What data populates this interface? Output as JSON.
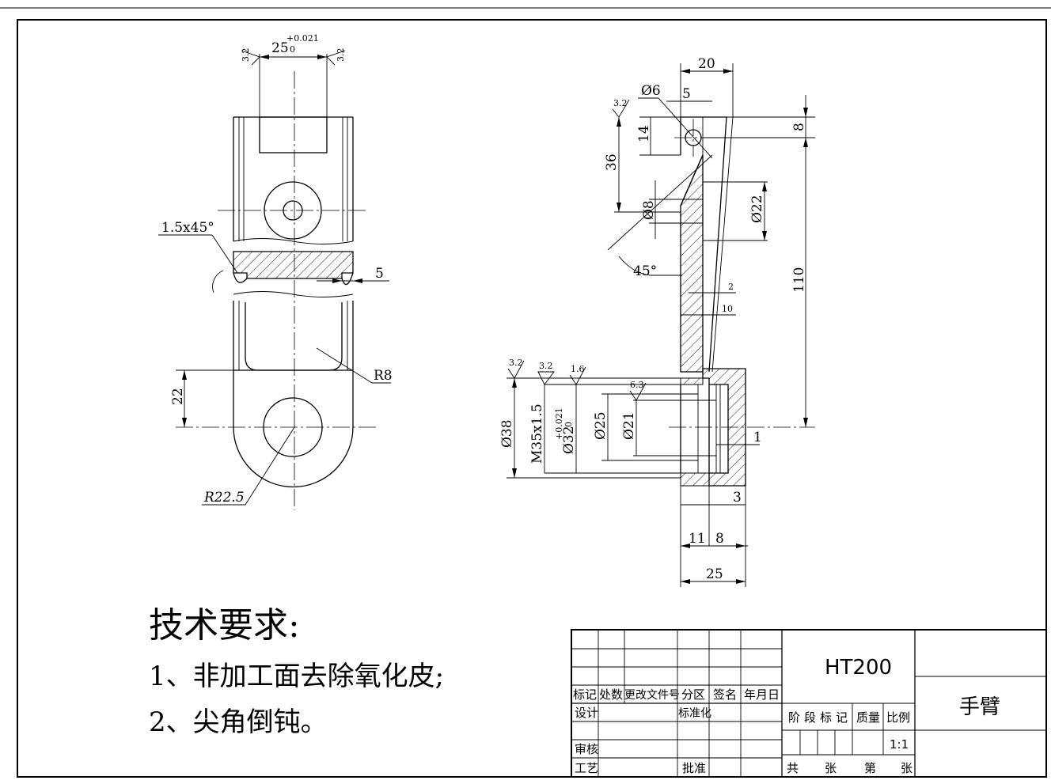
{
  "tech_requirements": {
    "title": "技术要求:",
    "items": [
      "1、非加工面去除氧化皮;",
      "2、尖角倒钝。"
    ]
  },
  "title_block": {
    "material": "HT200",
    "part_name": "手臂",
    "scale_value": "1:1",
    "headers": [
      "标记",
      "处数",
      "更改文件号",
      "分区",
      "签名",
      "年月日"
    ],
    "roles": {
      "design": "设计",
      "standardize": "标准化",
      "review": "审核",
      "process": "工艺",
      "approve": "批准"
    },
    "stage_labels": [
      "阶",
      "段",
      "标",
      "记"
    ],
    "mass_label": "质量",
    "scale_label": "比例",
    "sheet_labels": [
      "共",
      "张",
      "第",
      "张"
    ]
  },
  "left_view": {
    "slot_dim": "25",
    "slot_tol_upper": "+0.021",
    "slot_tol_lower": "0",
    "roughness_slot": "3.2",
    "chamfer": "1.5x45°",
    "groove_depth": "5",
    "fillet": "R8",
    "height_22": "22",
    "radius": "R22.5"
  },
  "right_view": {
    "d20": "20",
    "d5": "5",
    "hole": "Ø6",
    "d8": "8",
    "d14": "14",
    "d36": "36",
    "dia8": "Ø8",
    "dia22": "Ø22",
    "angle": "45°",
    "d2": "2",
    "d10": "10",
    "d110": "110",
    "d1": "1",
    "d3": "3",
    "d11": "11",
    "d8b": "8",
    "d25": "25",
    "dia38": "Ø38",
    "thread": "M35x1.5",
    "dia32": "Ø32",
    "dia32_tol_upper": "+0.021",
    "dia32_tol_lower": "0",
    "dia25": "Ø25",
    "dia21": "Ø21",
    "ra_32": "3.2",
    "ra_16": "1.6",
    "ra_63": "6.3"
  }
}
